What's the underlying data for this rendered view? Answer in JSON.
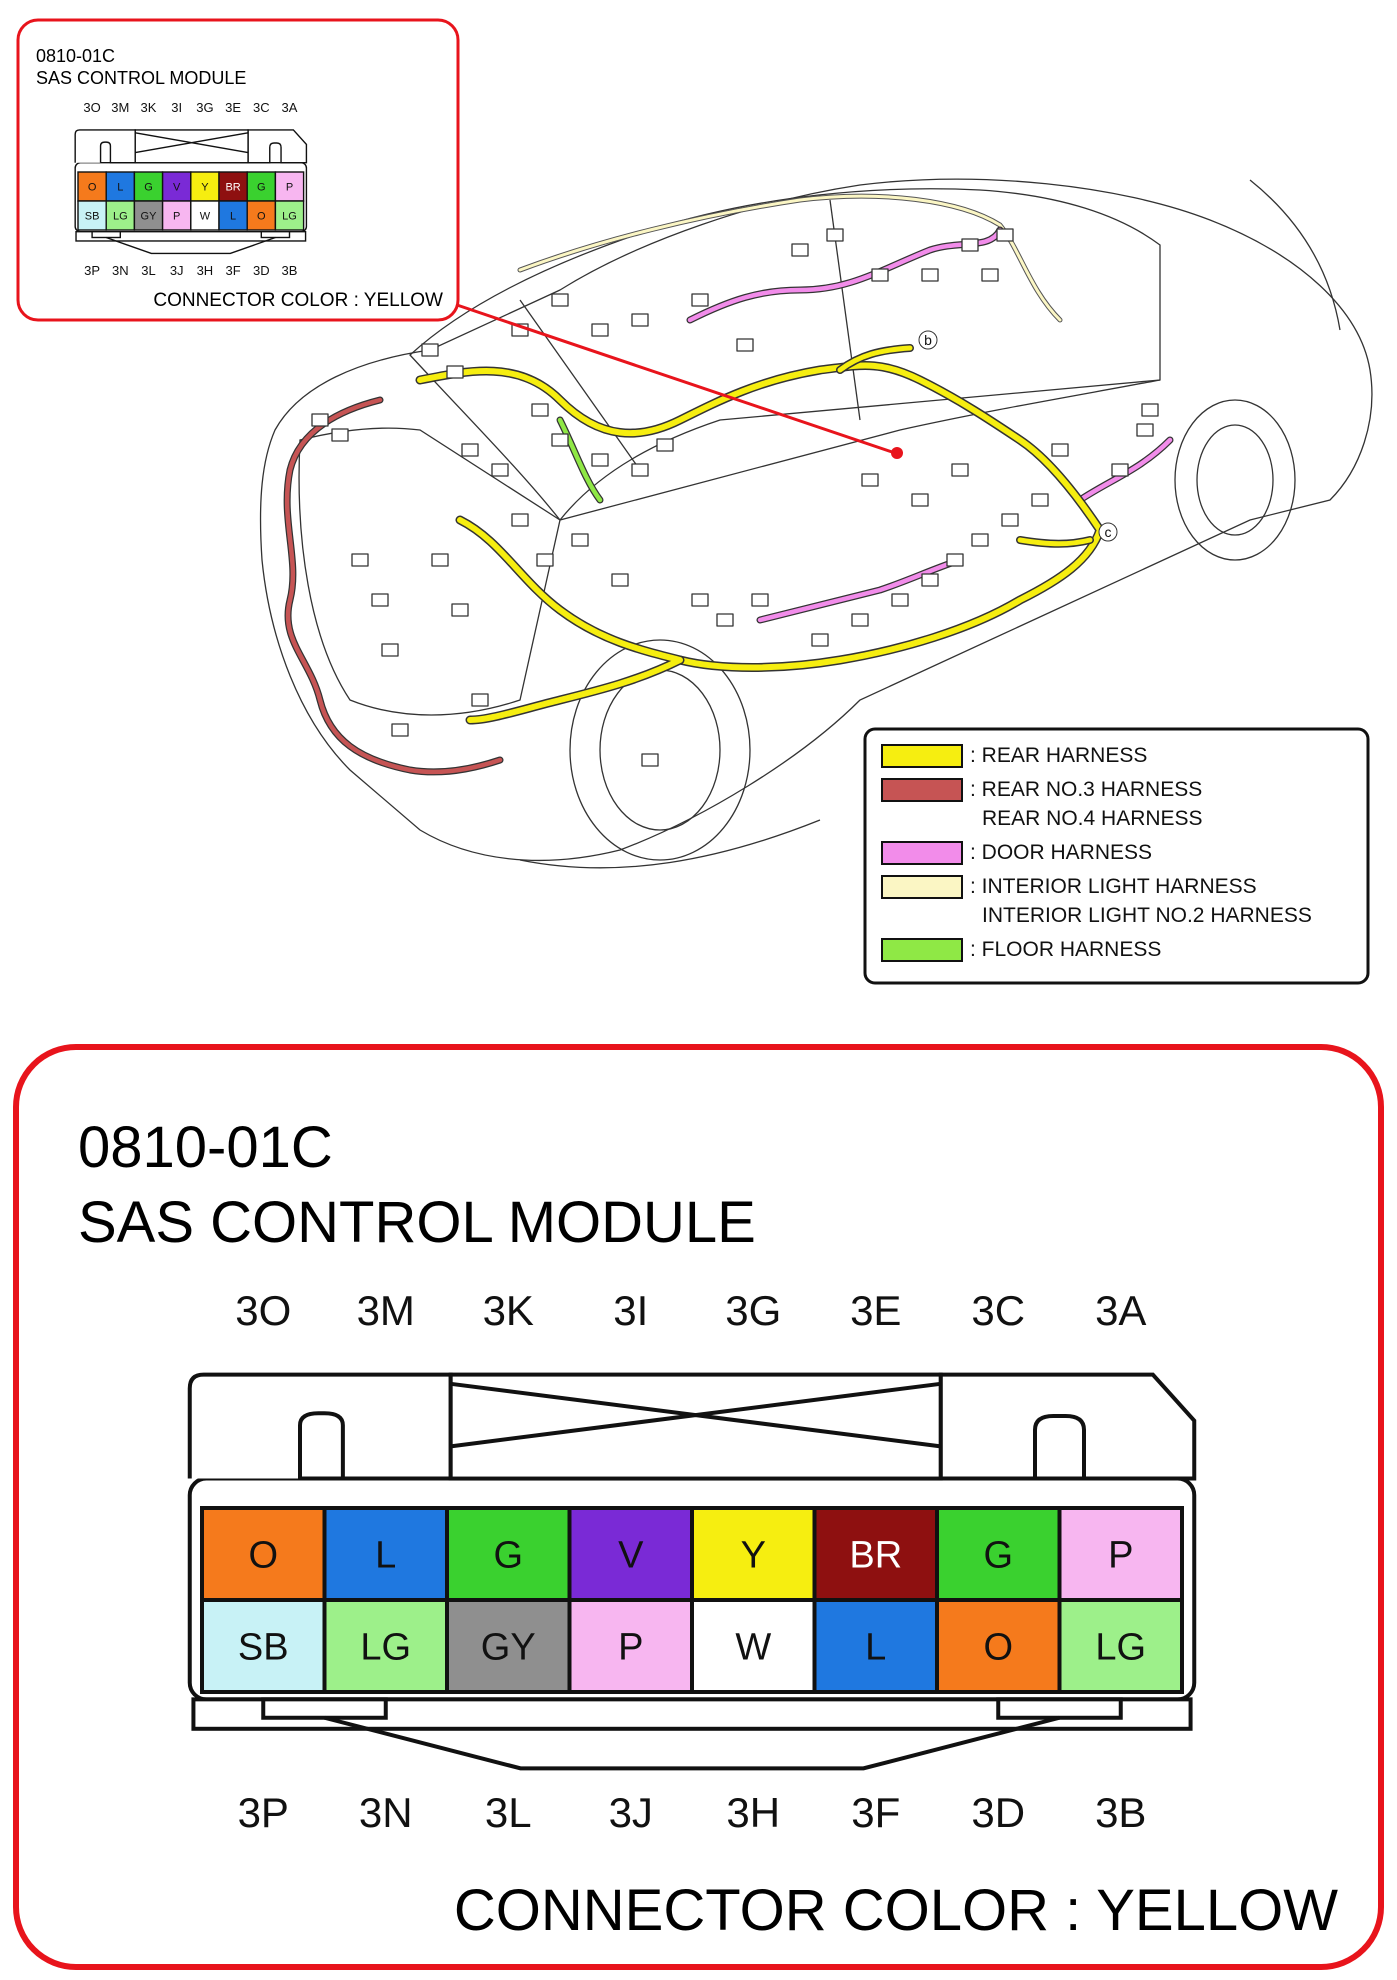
{
  "colors": {
    "accent": "#e8141c",
    "O": "#f57a1c",
    "L": "#1f78e0",
    "G": "#3ad12f",
    "V": "#7a2ad6",
    "Y": "#f6ee10",
    "BR": "#8e1010",
    "P": "#f7b6f0",
    "SB": "#c8f2f6",
    "LG": "#9df08a",
    "GY": "#8f8f8f",
    "W": "#ffffff"
  },
  "connector": {
    "code": "0810-01C",
    "name": "SAS CONTROL MODULE",
    "top_labels": [
      "3O",
      "3M",
      "3K",
      "3I",
      "3G",
      "3E",
      "3C",
      "3A"
    ],
    "bottom_labels": [
      "3P",
      "3N",
      "3L",
      "3J",
      "3H",
      "3F",
      "3D",
      "3B"
    ],
    "row1": [
      "O",
      "L",
      "G",
      "V",
      "Y",
      "BR",
      "G",
      "P"
    ],
    "row2": [
      "SB",
      "LG",
      "GY",
      "P",
      "W",
      "L",
      "O",
      "LG"
    ],
    "color_note": "CONNECTOR COLOR : YELLOW"
  },
  "legend": {
    "items": [
      {
        "color": "#f6ee10",
        "lines": [
          ": REAR HARNESS"
        ]
      },
      {
        "color": "#c65454",
        "lines": [
          ": REAR NO.3 HARNESS",
          "REAR NO.4 HARNESS"
        ]
      },
      {
        "color": "#f28cea",
        "lines": [
          ": DOOR HARNESS"
        ]
      },
      {
        "color": "#fbf6c4",
        "lines": [
          ": INTERIOR LIGHT HARNESS",
          "INTERIOR LIGHT NO.2 HARNESS"
        ]
      },
      {
        "color": "#8fe845",
        "lines": [
          ": FLOOR HARNESS"
        ]
      }
    ]
  },
  "markers": {
    "b": "b",
    "c": "c"
  },
  "icons": {
    "connector_plug": "connector-plug-icon",
    "location_dot": "connector-location-icon"
  }
}
